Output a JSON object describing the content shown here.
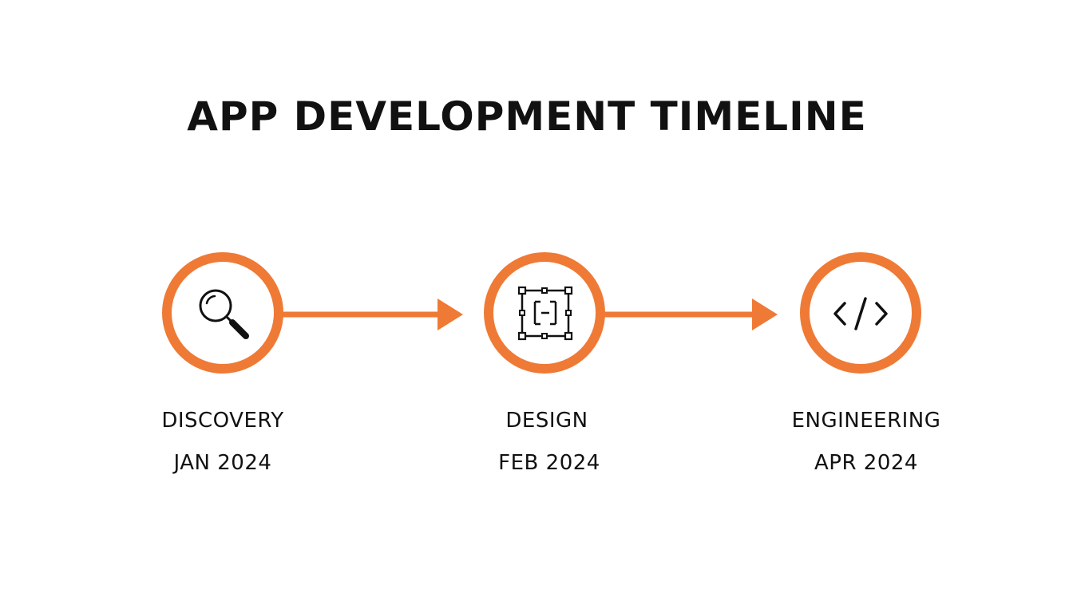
{
  "title": "APP DEVELOPMENT TIMELINE",
  "colors": {
    "accent": "#EF7A35",
    "icon": "#111111",
    "text": "#111111",
    "background": "#FFFFFF"
  },
  "stages": [
    {
      "name": "DISCOVERY",
      "date": "JAN 2024",
      "icon": "magnifier-icon"
    },
    {
      "name": "DESIGN",
      "date": "FEB 2024",
      "icon": "vector-frame-icon"
    },
    {
      "name": "ENGINEERING",
      "date": "APR 2024",
      "icon": "code-brackets-icon"
    }
  ],
  "connectors": [
    {
      "from": "DISCOVERY",
      "to": "DESIGN"
    },
    {
      "from": "DESIGN",
      "to": "ENGINEERING"
    }
  ]
}
